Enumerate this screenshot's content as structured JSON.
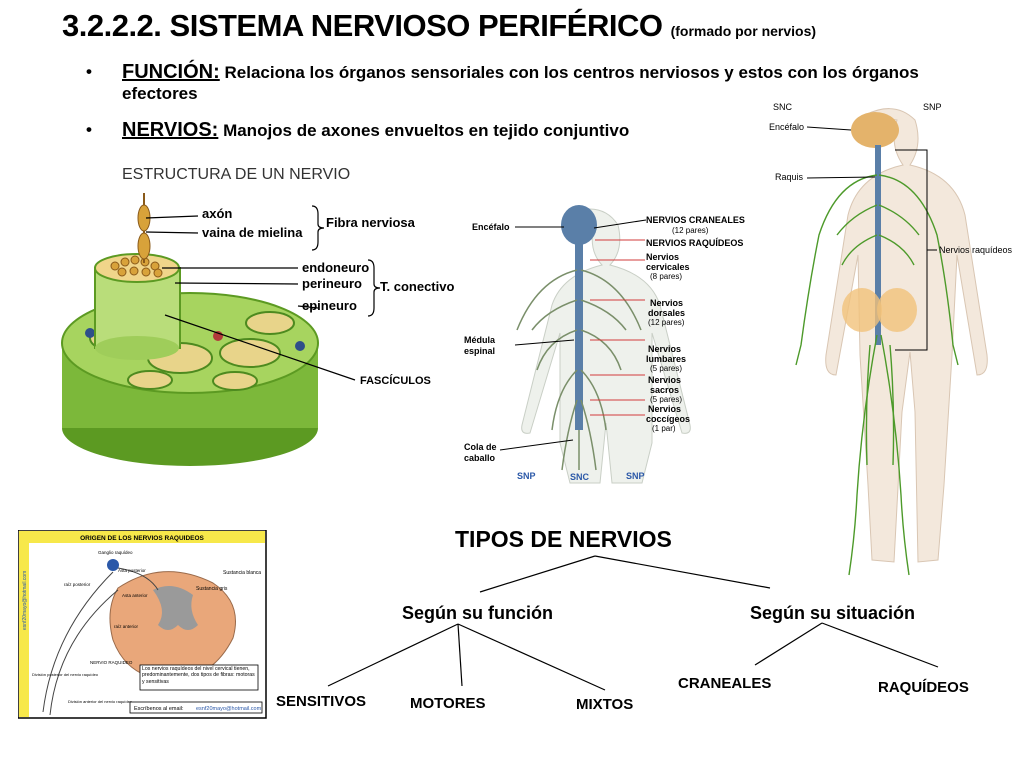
{
  "title": {
    "main": "3.2.2.2. SISTEMA NERVIOSO PERIFÉRICO",
    "sub": "(formado por nervios)"
  },
  "bullets": [
    {
      "key": "FUNCIÓN:",
      "text": "Relaciona los órganos sensoriales con los centros nerviosos y estos con los órganos efectores"
    },
    {
      "key": "NERVIOS:",
      "text": "Manojos de axones envueltos en tejido conjuntivo"
    }
  ],
  "nerve_structure": {
    "title": "ESTRUCTURA DE UN NERVIO",
    "axon": "axón",
    "myelin": "vaina de mielina",
    "fiber": "Fibra nerviosa",
    "endoneuro": "endoneuro",
    "perineuro": "perineuro",
    "epineuro": "epineuro",
    "connective": "T. conectivo",
    "fascicles": "FASCÍCULOS"
  },
  "spine_diagram": {
    "encefalo": "Encéfalo",
    "craneales": "NERVIOS CRANEALES",
    "craneales_pairs": "(12 pares)",
    "raquideos": "NERVIOS RAQUÍDEOS",
    "cervicales": [
      "Nervios",
      "cervicales",
      "(8 pares)"
    ],
    "dorsales": [
      "Nervios",
      "dorsales",
      "(12 pares)"
    ],
    "lumbares": [
      "Nervios",
      "lumbares",
      "(5 pares)"
    ],
    "sacros": [
      "Nervios",
      "sacros",
      "(5 pares)"
    ],
    "coccigeos": [
      "Nervios",
      "coccígeos",
      "(1 par)"
    ],
    "medula": [
      "Médula",
      "espinal"
    ],
    "cola": [
      "Cola de",
      "caballo"
    ],
    "snp_left": "SNP",
    "snc": "SNC",
    "snp_right": "SNP"
  },
  "body_diagram": {
    "snc": "SNC",
    "snp": "SNP",
    "encefalo": "Encéfalo",
    "raquis": "Raquis",
    "raquideos": "Nervios raquídeos"
  },
  "origin_diagram": {
    "header": "ORIGEN DE LOS NERVIOS RAQUIDEOS",
    "sustancia_blanca": "Sustancia blanca",
    "sustancia_gris": "Sustancia gris",
    "ganglio": "Ganglio raquídeo",
    "raiz_posterior": "raíz posterior",
    "raiz_anterior": "raíz anterior",
    "asta_posterior": "Asta posterior",
    "asta_anterior": "Asta anterior",
    "nervio": "NERVIO RAQUIDEO",
    "div_posterior": "División posterior del nervio raquídeo",
    "div_anterior": "División anterior del nervio raquídeo",
    "note": "Los nervios raquídeos del nivel cervical tienen, predominantemente, dos tipos de fibras: motoras y sensitivas",
    "email_label": "Escríbenos al email:",
    "email": "esnf20mayo@hotmail.com",
    "side_email": "esnf20mayo@hotmail.com"
  },
  "tree": {
    "title": "TIPOS DE NERVIOS",
    "function": "Según su función",
    "situation": "Según su situación",
    "sensitivos": "SENSITIVOS",
    "motores": "MOTORES",
    "mixtos": "MIXTOS",
    "craneales": "CRANEALES",
    "raquideos": "RAQUÍDEOS"
  },
  "colors": {
    "nerve_green": "#8cc63f",
    "nerve_dark": "#4d8a1f",
    "myelin": "#d8a23a",
    "cns_blue": "#5a7fa8",
    "panel_yellow": "#f7e84a",
    "red_line": "#d23b3b"
  }
}
